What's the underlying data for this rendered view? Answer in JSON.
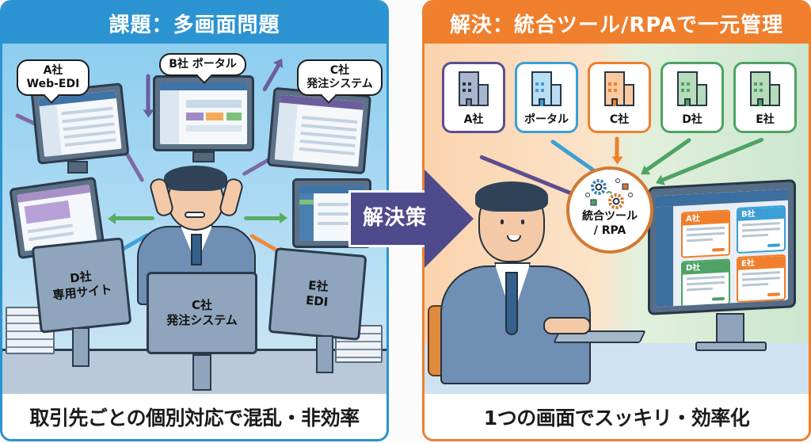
{
  "left_panel": {
    "title": "課題：多画面問題",
    "footer": "取引先ごとの個別対応で混乱・非効率",
    "accent_color": "#2b93d1",
    "bubbles": [
      {
        "id": "a",
        "label": "A社\nWeb-EDI",
        "line1": "A社",
        "line2": "Web-EDI"
      },
      {
        "id": "b",
        "label": "B社 ポータル"
      },
      {
        "id": "c",
        "label": "C社\n発注システム",
        "line1": "C社",
        "line2": "発注システム"
      }
    ],
    "monitor_backs": [
      {
        "id": "d",
        "line1": "D社",
        "line2": "専用サイト"
      },
      {
        "id": "c",
        "line1": "C社",
        "line2": "発注システム"
      },
      {
        "id": "e",
        "line1": "E社",
        "line2": "EDI"
      }
    ]
  },
  "center_arrow": {
    "label": "解決策",
    "color": "#4f4a8c"
  },
  "right_panel": {
    "title": "解決：統合ツール/RPAで一元管理",
    "footer": "1つの画面でスッキリ・効率化",
    "accent_color": "#ef7f2d",
    "companies": [
      {
        "label": "A社",
        "color": "#5a4f8e"
      },
      {
        "label": "ポータル",
        "color": "#3b9fd6"
      },
      {
        "label": "C社",
        "color": "#ef7f2d"
      },
      {
        "label": "D社",
        "color": "#4ea364"
      },
      {
        "label": "E社",
        "color": "#4ea364"
      }
    ],
    "hub": {
      "line1": "統合ツール",
      "line2": "/ RPA"
    },
    "dashboard_tiles": [
      {
        "label": "A社",
        "color": "#ef7f2d"
      },
      {
        "label": "B社",
        "color": "#3b9fd6"
      },
      {
        "label": "D社",
        "color": "#4ea364"
      },
      {
        "label": "E社",
        "color": "#ef7f2d"
      }
    ]
  }
}
